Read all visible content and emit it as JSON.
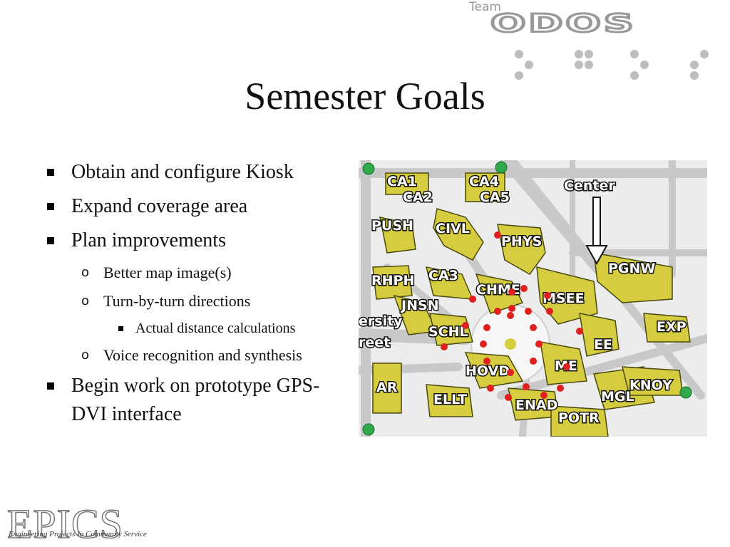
{
  "slide": {
    "title": "Semester Goals"
  },
  "branding": {
    "team_label": "Team",
    "odos_wordmark": "ODOS",
    "epics_wordmark": "EPICS",
    "epics_tagline": "Engineering Projects In Community Service"
  },
  "bullets": [
    {
      "level": 1,
      "text": "Obtain and configure Kiosk"
    },
    {
      "level": 1,
      "text": "Expand coverage area"
    },
    {
      "level": 1,
      "text": "Plan improvements"
    },
    {
      "level": 2,
      "text": "Better map image(s)"
    },
    {
      "level": 2,
      "text": "Turn-by-turn directions"
    },
    {
      "level": 3,
      "text": "Actual distance calculations"
    },
    {
      "level": 2,
      "text": "Voice recognition and synthesis"
    },
    {
      "level": 1,
      "text": "Begin work on prototype GPS-DVI interface"
    }
  ],
  "map": {
    "buildings": [
      "CA1",
      "CA4",
      "CA2",
      "CA5",
      "PUSH",
      "CIVL",
      "PHYS",
      "PGNW",
      "RHPH",
      "CA3",
      "CHME",
      "MSEE",
      "JNSN",
      "SCHL",
      "EE",
      "EXP",
      "HOVD",
      "ME",
      "AR",
      "ELLT",
      "ENAD",
      "MGL",
      "KNOY",
      "POTR"
    ],
    "labels": {
      "center": "Center",
      "street_1": "ersity",
      "street_2": "reet"
    },
    "colors": {
      "building": "#d6cc3f",
      "road": "#c9c9c9",
      "ground": "#ececec",
      "route_dot": "#e01f1f",
      "kiosk_dot": "#2eaa4a"
    }
  }
}
